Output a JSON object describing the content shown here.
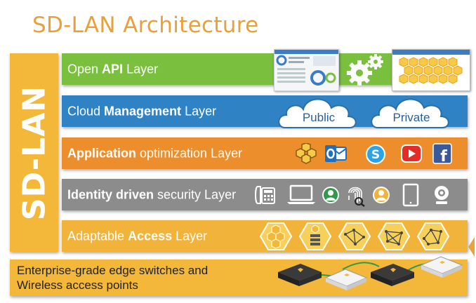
{
  "title": "SD-LAN Architecture",
  "sidebar_label": "SD-LAN",
  "layers": [
    {
      "pre": "Open ",
      "bold": "API",
      "post": " Layer",
      "color": "#7bbf3f"
    },
    {
      "pre": "Cloud ",
      "bold": "Management",
      "post": " Layer",
      "color": "#2f83c4"
    },
    {
      "pre": "",
      "bold": "Application",
      "post": " optimization Layer",
      "color": "#ec8e2b"
    },
    {
      "pre": "",
      "bold": "Identity driven",
      "post": " security Layer",
      "color": "#8c8c8c"
    },
    {
      "pre": "Adaptable ",
      "bold": "Access",
      "post": " Layer",
      "color": "#f2b33a"
    }
  ],
  "clouds": {
    "public": "Public",
    "private": "Private"
  },
  "app_icons": [
    "hive-icon",
    "outlook-icon",
    "skype-icon",
    "youtube-icon",
    "facebook-icon"
  ],
  "identity_icons": [
    "phone-icon",
    "laptop-icon",
    "user-badge-icon",
    "fingerprint-icon",
    "user-circle-icon",
    "tablet-icon",
    "camera-icon"
  ],
  "access_icons": [
    "hex-cluster-icon",
    "hex-stack-icon",
    "hex-network-icon",
    "hex-mesh-icon",
    "hex-graph-icon"
  ],
  "bottom": {
    "line1": "Enterprise-grade edge switches and",
    "line2": "Wireless access points"
  },
  "hardware_icons": [
    "switch-icon",
    "access-point-icon",
    "switch-icon",
    "access-point-icon"
  ]
}
